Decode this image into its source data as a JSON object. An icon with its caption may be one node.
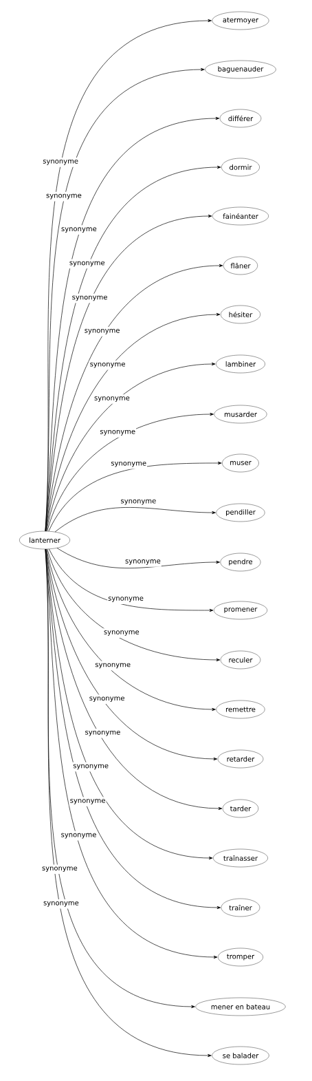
{
  "diagram": {
    "nodes": [
      {
        "text": [
          "lanterner"
        ]
      },
      {
        "text": [
          "atermoyer"
        ]
      },
      {
        "text": [
          "baguenauder"
        ]
      },
      {
        "text": [
          "différer"
        ]
      },
      {
        "text": [
          "dormir"
        ]
      },
      {
        "text": [
          "fainéanter"
        ]
      },
      {
        "text": [
          "flâner"
        ]
      },
      {
        "text": [
          "hésiter"
        ]
      },
      {
        "text": [
          "lambiner"
        ]
      },
      {
        "text": [
          "musarder"
        ]
      },
      {
        "text": [
          "muser"
        ]
      },
      {
        "text": [
          "pendiller"
        ]
      },
      {
        "text": [
          "pendre"
        ]
      },
      {
        "text": [
          "promener"
        ]
      },
      {
        "text": [
          "reculer"
        ]
      },
      {
        "text": [
          "remettre"
        ]
      },
      {
        "text": [
          "retarder"
        ]
      },
      {
        "text": [
          "tarder"
        ]
      },
      {
        "text": [
          "traînasser"
        ]
      },
      {
        "text": [
          "traîner"
        ]
      },
      {
        "text": [
          "tromper"
        ]
      },
      {
        "text": [
          "mener en bateau"
        ]
      },
      {
        "text": [
          "se balader"
        ]
      }
    ],
    "edges": [
      {
        "from": 0,
        "to": 1,
        "arrow": "to",
        "label": "synonyme"
      },
      {
        "from": 0,
        "to": 2,
        "arrow": "to",
        "label": "synonyme"
      },
      {
        "from": 0,
        "to": 3,
        "arrow": "to",
        "label": "synonyme"
      },
      {
        "from": 0,
        "to": 4,
        "arrow": "to",
        "label": "synonyme"
      },
      {
        "from": 0,
        "to": 5,
        "arrow": "to",
        "label": "synonyme"
      },
      {
        "from": 0,
        "to": 6,
        "arrow": "to",
        "label": "synonyme"
      },
      {
        "from": 0,
        "to": 7,
        "arrow": "to",
        "label": "synonyme"
      },
      {
        "from": 0,
        "to": 8,
        "arrow": "to",
        "label": "synonyme"
      },
      {
        "from": 0,
        "to": 9,
        "arrow": "to",
        "label": "synonyme"
      },
      {
        "from": 0,
        "to": 10,
        "arrow": "to",
        "label": "synonyme"
      },
      {
        "from": 0,
        "to": 11,
        "arrow": "to",
        "label": "synonyme"
      },
      {
        "from": 0,
        "to": 12,
        "arrow": "to",
        "label": "synonyme"
      },
      {
        "from": 0,
        "to": 13,
        "arrow": "to",
        "label": "synonyme"
      },
      {
        "from": 0,
        "to": 14,
        "arrow": "to",
        "label": "synonyme"
      },
      {
        "from": 0,
        "to": 15,
        "arrow": "to",
        "label": "synonyme"
      },
      {
        "from": 0,
        "to": 16,
        "arrow": "to",
        "label": "synonyme"
      },
      {
        "from": 0,
        "to": 17,
        "arrow": "to",
        "label": "synonyme"
      },
      {
        "from": 0,
        "to": 18,
        "arrow": "to",
        "label": "synonyme"
      },
      {
        "from": 0,
        "to": 19,
        "arrow": "to",
        "label": "synonyme"
      },
      {
        "from": 0,
        "to": 20,
        "arrow": "to",
        "label": "synonyme"
      },
      {
        "from": 0,
        "to": 21,
        "arrow": "to",
        "label": "synonyme"
      },
      {
        "from": 0,
        "to": 22,
        "arrow": "to",
        "label": "synonyme"
      }
    ]
  }
}
